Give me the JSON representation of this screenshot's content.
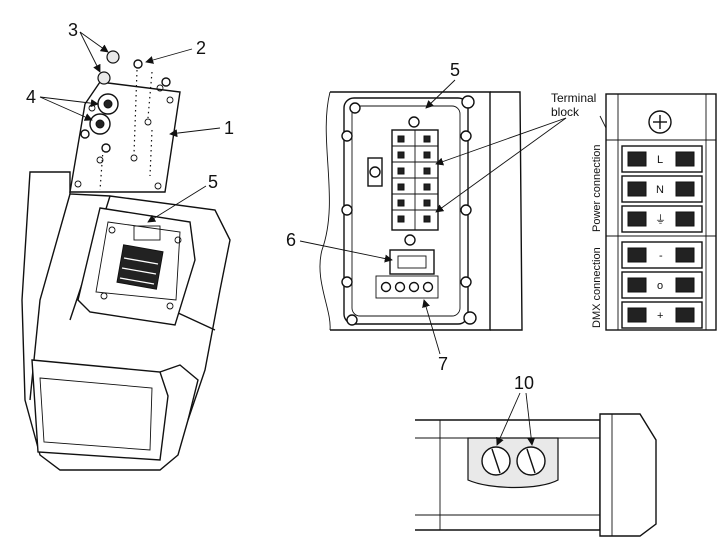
{
  "callouts": {
    "n1": "1",
    "n2": "2",
    "n3": "3",
    "n4": "4",
    "n5_left": "5",
    "n5_mid": "5",
    "n6": "6",
    "n7": "7",
    "n10": "10"
  },
  "labels": {
    "terminal_line1": "Terminal",
    "terminal_line2": "block",
    "power_connection": "Power connection",
    "dmx_connection": "DMX connection"
  },
  "terminal_marks": {
    "power": [
      "L",
      "N",
      "⏚"
    ],
    "dmx": [
      "-",
      "o",
      "+"
    ]
  }
}
